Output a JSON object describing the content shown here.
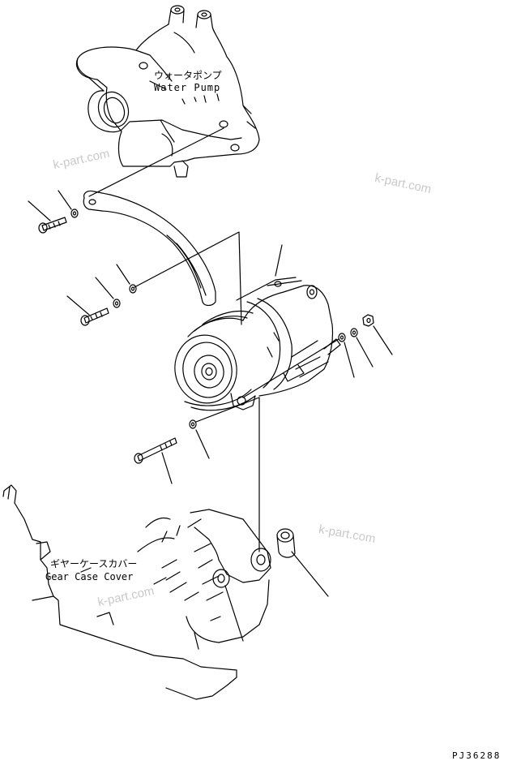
{
  "labels": {
    "water_pump_jp": "ウォータポンプ",
    "water_pump_en": "Water Pump",
    "gear_case_jp": "ギヤーケースカバー",
    "gear_case_en": "Gear Case Cover"
  },
  "watermarks": [
    "k-part.com",
    "k-part.com",
    "k-part.com",
    "k-part.com"
  ],
  "drawing_code": "PJ36288",
  "colors": {
    "line": "#000000",
    "watermark": "#c9c9c9",
    "background": "#ffffff"
  }
}
